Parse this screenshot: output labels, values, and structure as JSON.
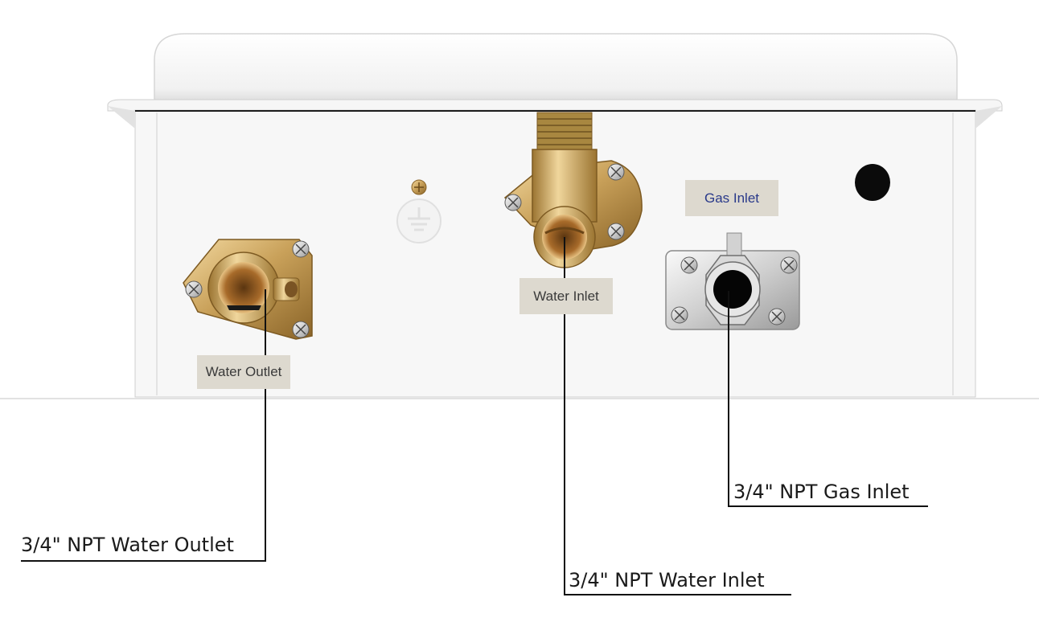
{
  "unit_labels": {
    "water_outlet": "Water Outlet",
    "water_inlet": "Water Inlet",
    "gas_inlet": "Gas Inlet"
  },
  "callouts": {
    "water_outlet": "3/4\" NPT Water Outlet",
    "water_inlet": "3/4\" NPT Water Inlet",
    "gas_inlet": "3/4\" NPT Gas Inlet"
  },
  "colors": {
    "brass": "#c9a15a",
    "body": "#f7f7f7",
    "label_bg": "#ddd9cf",
    "gas_label_text": "#2a3a8a"
  }
}
